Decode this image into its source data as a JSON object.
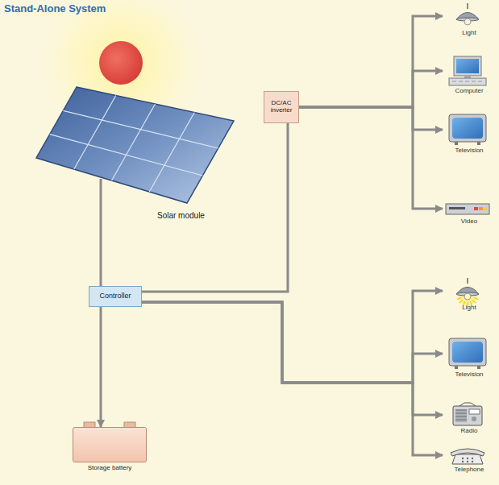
{
  "diagram": {
    "title": "Stand-Alone System",
    "nodes": [
      {
        "text": [
          "Solar module"
        ]
      },
      {
        "text": [
          "DC/AC inverter"
        ]
      },
      {
        "text": [
          "Controller"
        ]
      },
      {
        "text": [
          "Storage battery"
        ]
      },
      {
        "text": [
          "Light"
        ]
      },
      {
        "text": [
          "Computer"
        ]
      },
      {
        "text": [
          "Television"
        ]
      },
      {
        "text": [
          "Video"
        ]
      },
      {
        "text": [
          "Light"
        ]
      },
      {
        "text": [
          "Television"
        ]
      },
      {
        "text": [
          "Radio"
        ]
      },
      {
        "text": [
          "Telephone"
        ]
      }
    ],
    "edges": [
      {
        "from": 0,
        "to": 2,
        "arrow": "none"
      },
      {
        "from": 2,
        "to": 3,
        "arrow": "to"
      },
      {
        "from": 2,
        "to": 1,
        "arrow": "none"
      },
      {
        "from": 1,
        "to": 4,
        "arrow": "to"
      },
      {
        "from": 1,
        "to": 5,
        "arrow": "to"
      },
      {
        "from": 1,
        "to": 6,
        "arrow": "to"
      },
      {
        "from": 1,
        "to": 7,
        "arrow": "to"
      },
      {
        "from": 2,
        "to": 8,
        "arrow": "to"
      },
      {
        "from": 2,
        "to": 9,
        "arrow": "to"
      },
      {
        "from": 2,
        "to": 10,
        "arrow": "to"
      },
      {
        "from": 2,
        "to": 11,
        "arrow": "to"
      }
    ]
  }
}
